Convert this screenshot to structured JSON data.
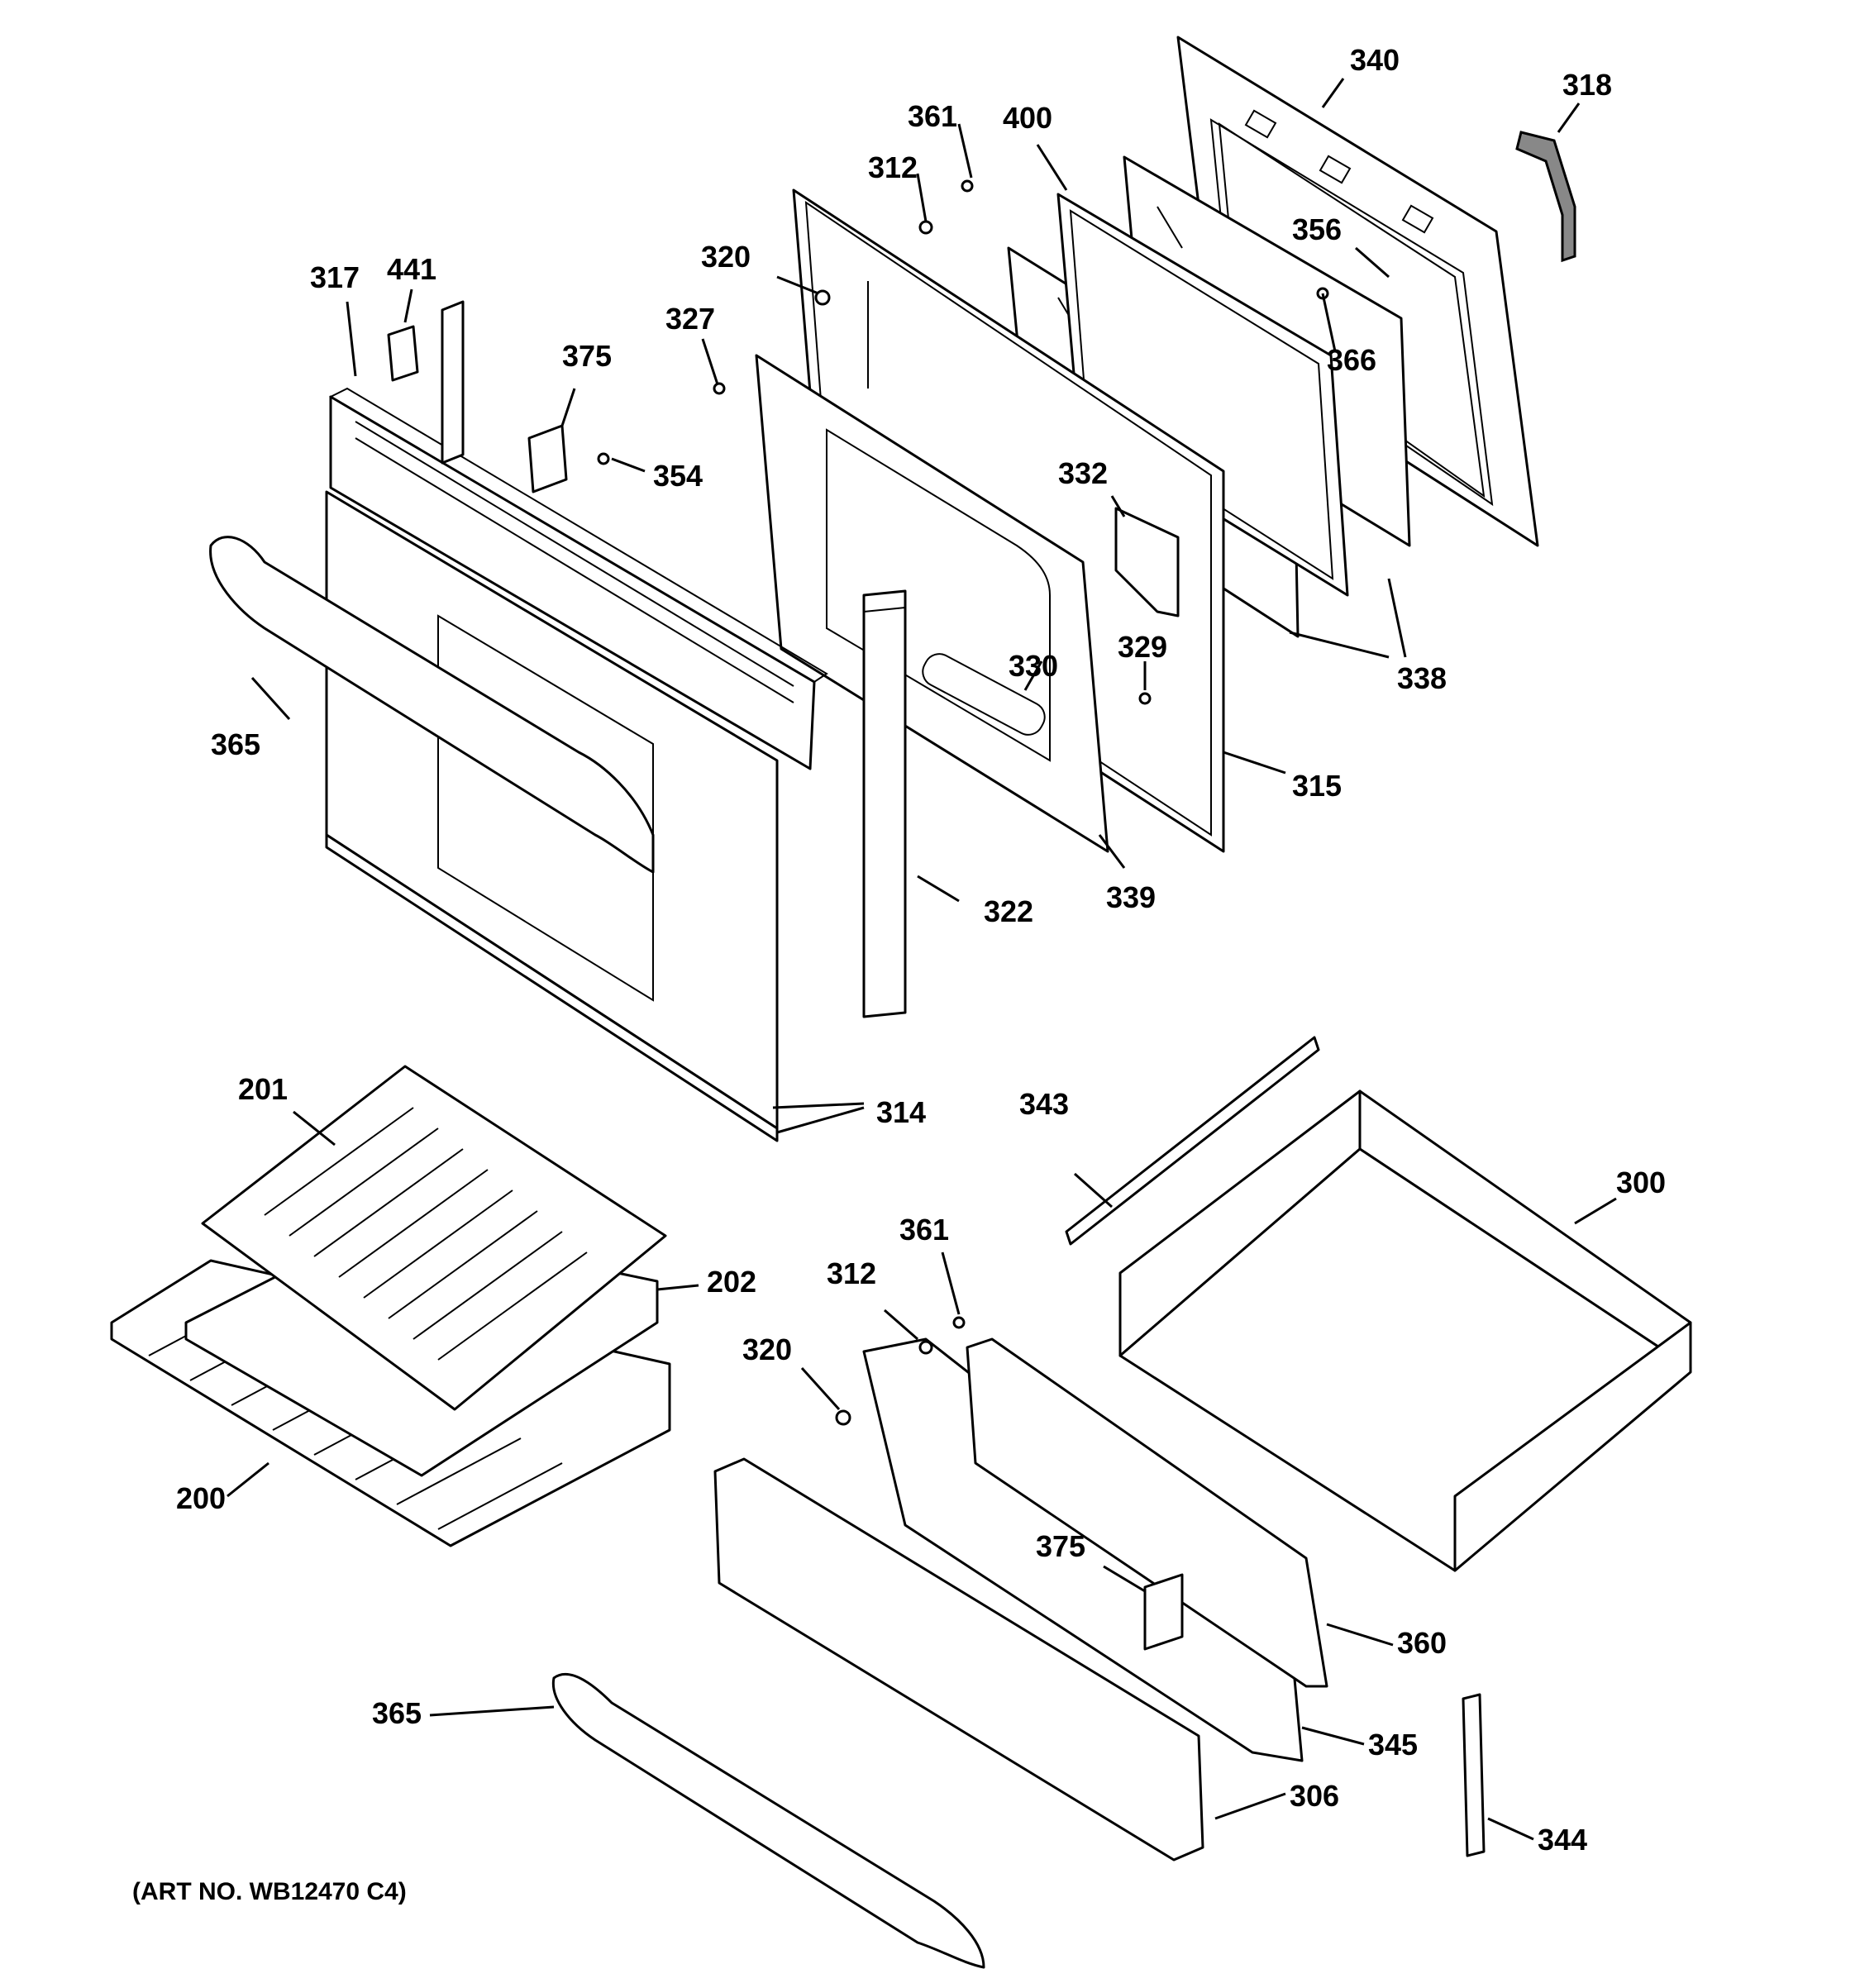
{
  "diagram": {
    "callouts": {
      "c200": "200",
      "c201": "201",
      "c202": "202",
      "c300": "300",
      "c306": "306",
      "c312a": "312",
      "c312b": "312",
      "c314": "314",
      "c315": "315",
      "c317": "317",
      "c318": "318",
      "c320a": "320",
      "c320b": "320",
      "c322": "322",
      "c327": "327",
      "c329": "329",
      "c330": "330",
      "c332": "332",
      "c338": "338",
      "c339": "339",
      "c340": "340",
      "c343": "343",
      "c344": "344",
      "c345": "345",
      "c354": "354",
      "c356": "356",
      "c360": "360",
      "c361a": "361",
      "c361b": "361",
      "c365a": "365",
      "c365b": "365",
      "c366": "366",
      "c375a": "375",
      "c375b": "375",
      "c400": "400",
      "c441": "441"
    },
    "art_number": "(ART NO. WB12470 C4)"
  }
}
